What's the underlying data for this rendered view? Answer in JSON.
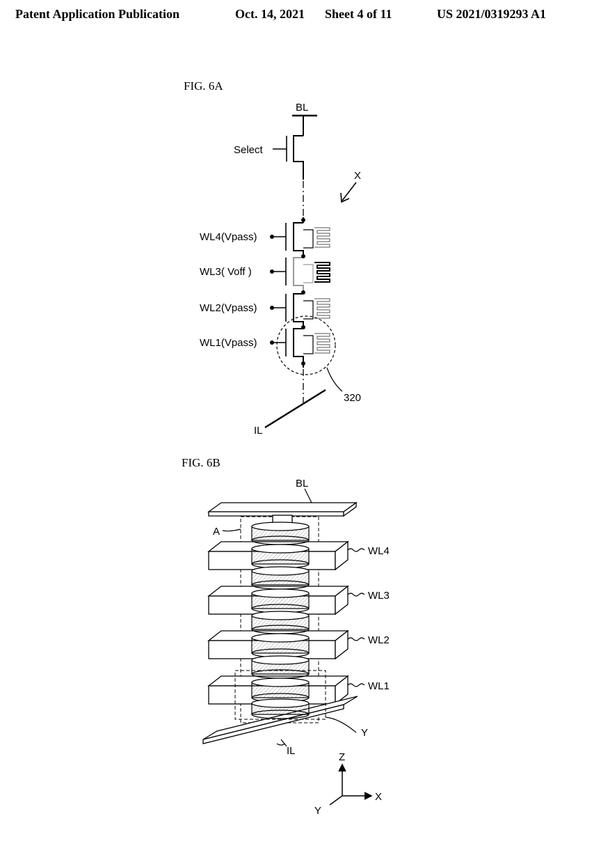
{
  "header": {
    "publication": "Patent Application Publication",
    "date": "Oct. 14, 2021",
    "sheet": "Sheet 4 of 11",
    "number": "US 2021/0319293 A1"
  },
  "fig6a": {
    "title": "FIG. 6A",
    "bl": "BL",
    "select": "Select",
    "x": "X",
    "wl4": "WL4(Vpass)",
    "wl3": "WL3( Voff )",
    "wl2": "WL2(Vpass)",
    "wl1": "WL1(Vpass)",
    "ref": "320",
    "il": "IL"
  },
  "fig6b": {
    "title": "FIG. 6B",
    "bl": "BL",
    "a": "A",
    "wl4": "WL4",
    "wl3": "WL3",
    "wl2": "WL2",
    "wl1": "WL1",
    "y_label": "Y",
    "il": "IL",
    "axis_z": "Z",
    "axis_x": "X",
    "axis_y": "Y"
  }
}
